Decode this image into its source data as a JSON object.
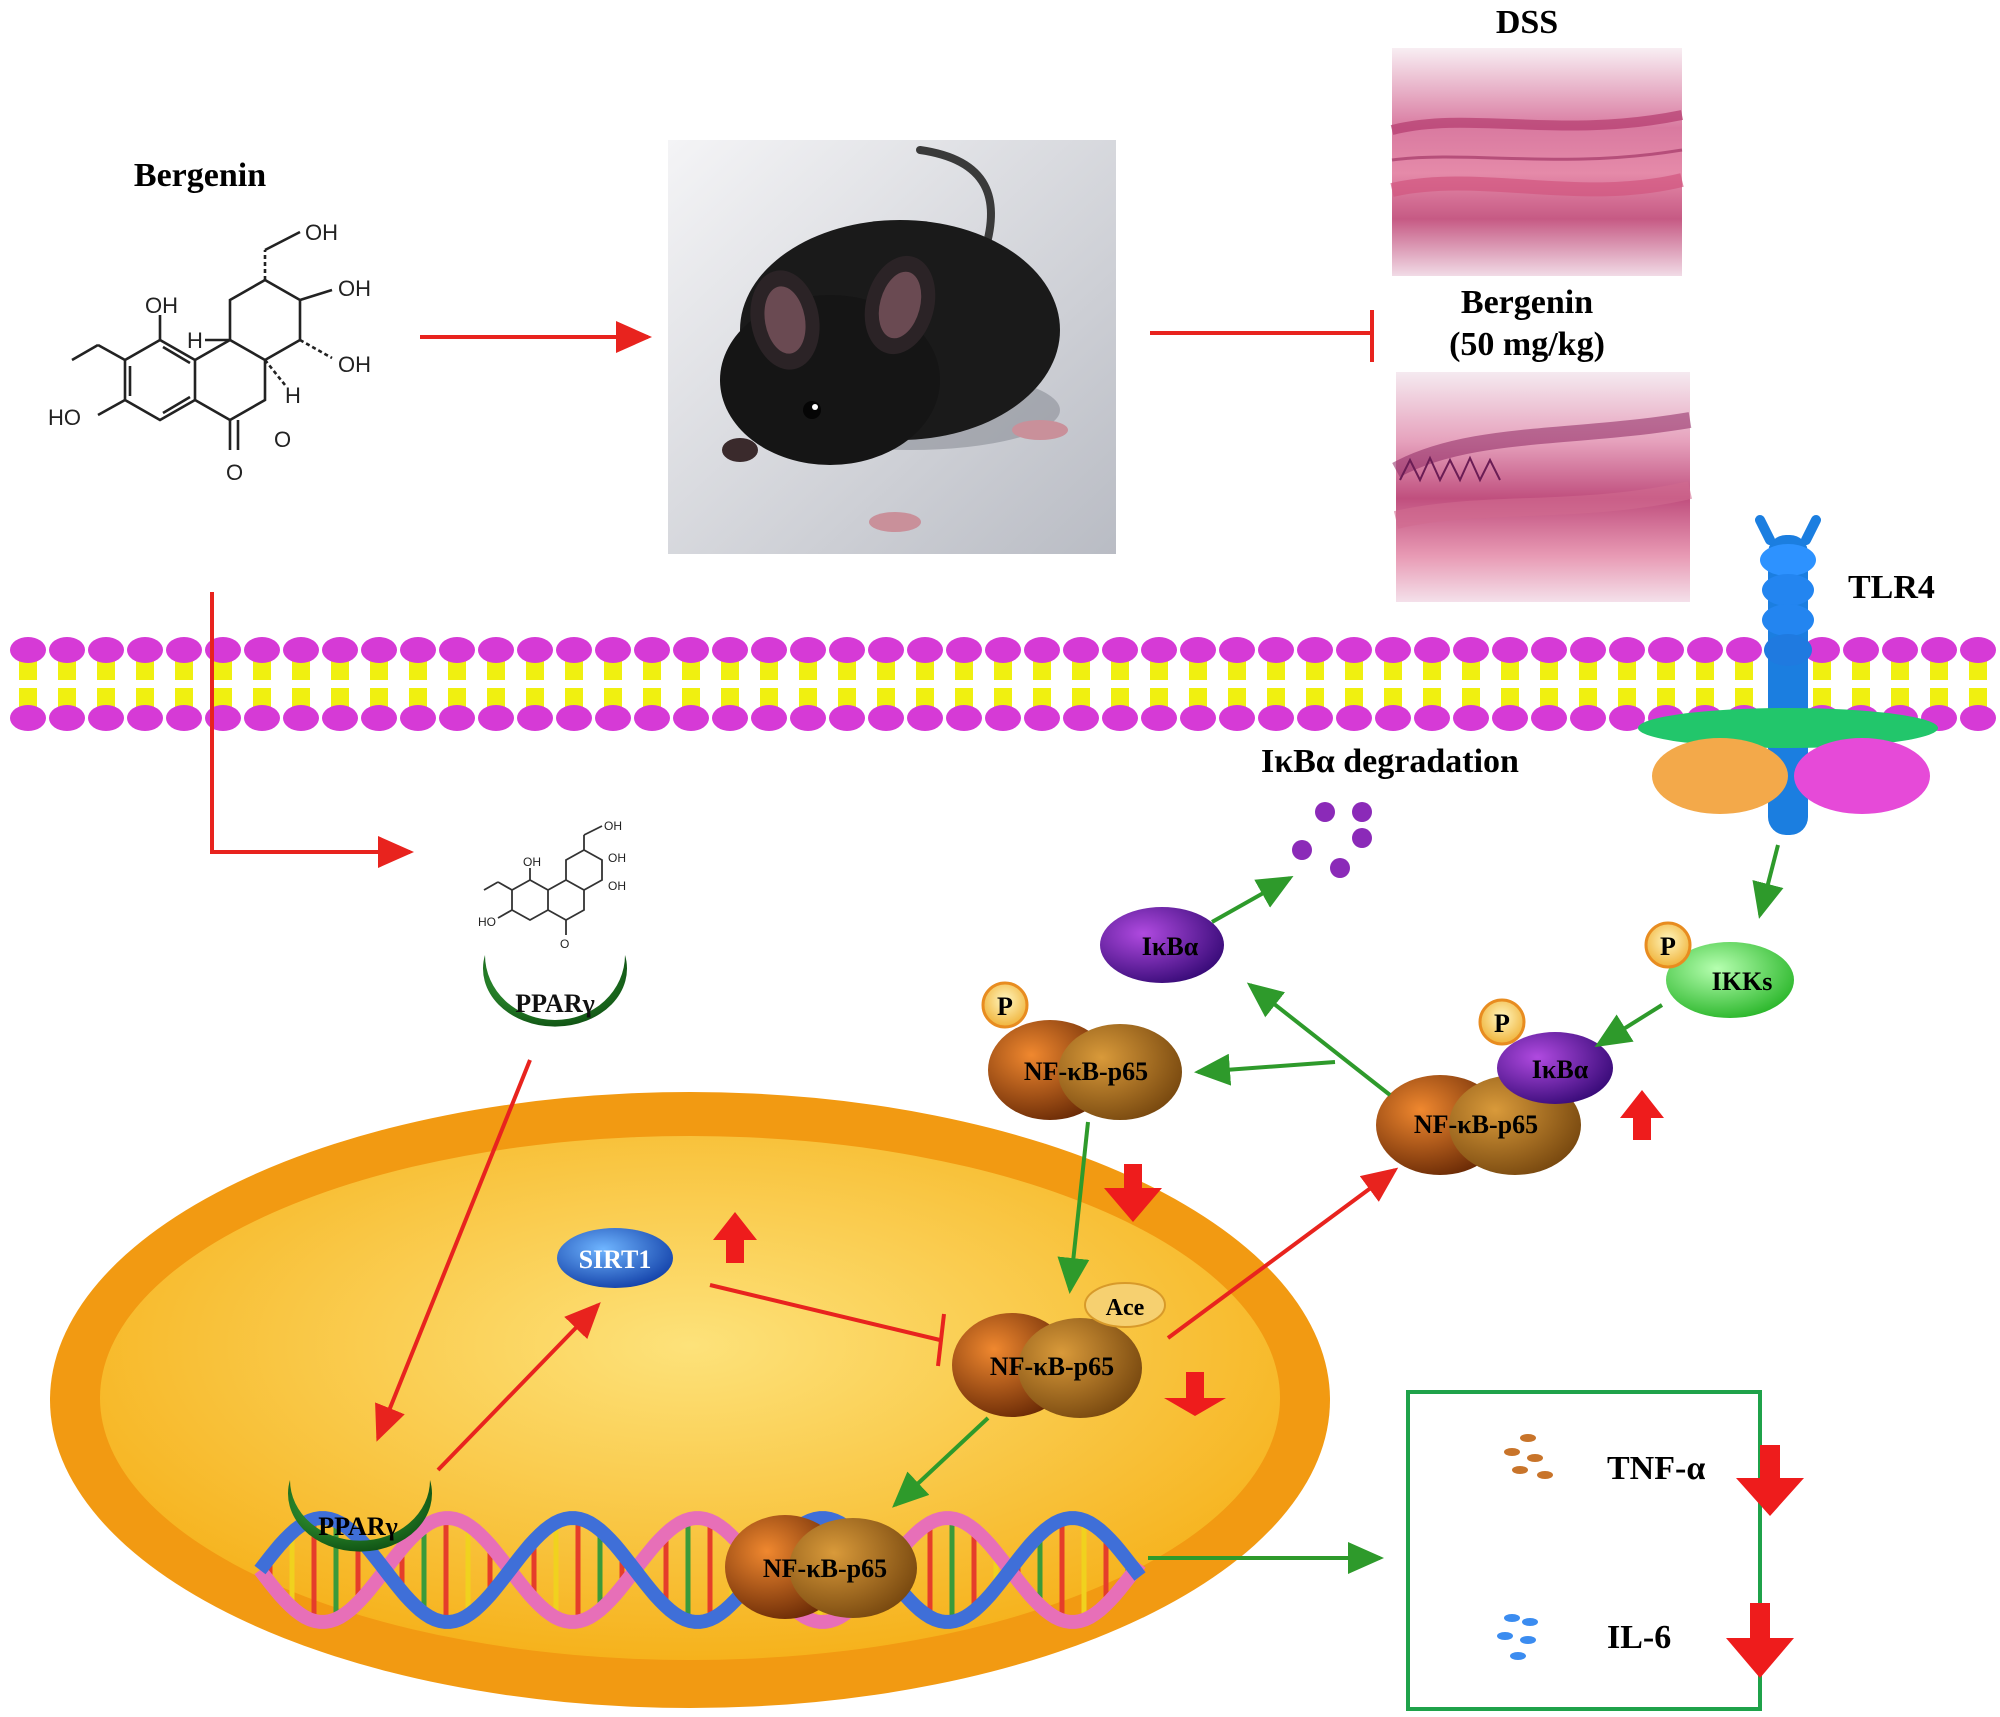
{
  "compound": {
    "name": "Bergenin",
    "structure_labels": {
      "oh": "OH",
      "ho": "HO",
      "h": "H",
      "o": "O"
    }
  },
  "histology": {
    "top_label": "DSS",
    "bottom_label_line1": "Bergenin",
    "bottom_label_line2": "(50 mg/kg)"
  },
  "receptor": {
    "label": "TLR4"
  },
  "degradation": {
    "label": "IκBα degradation"
  },
  "proteins": {
    "ikba_free": "IκBα",
    "ikks": "IKKs",
    "nfkb_phospho": "NF-κB-p65",
    "complex_ikba": "IκBα",
    "complex_nfkb": "NF-κB-p65",
    "pparg_cyto": "PPARγ",
    "pparg_nuclear": "PPARγ",
    "sirt1": "SIRT1",
    "nfkb_acetyl": "NF-κB-p65",
    "ace": "Ace",
    "nfkb_dna": "NF-κB-p65",
    "phospho_p": "P"
  },
  "cytokines": [
    {
      "name": "TNF-α",
      "trend": "down"
    },
    {
      "name": "IL-6",
      "trend": "down"
    }
  ],
  "colors": {
    "inhibit_red": "#e8231e",
    "activate_green": "#2e9a2b",
    "up_arrow": "#ee1c1c",
    "lipid_head": "#d63ad6",
    "lipid_tail": "#f0f010",
    "nucleus_outer": "#f5a623",
    "nucleus_inner": "#fbc43a",
    "pparg_green": "#1f7a22",
    "sirt1_blue": "#2a6fe0",
    "nfkb_brown": "#9c4a12",
    "ikba_purple": "#6a1fb0",
    "ikks_green": "#45d445",
    "cytokine_box_border": "#1fa24a"
  }
}
